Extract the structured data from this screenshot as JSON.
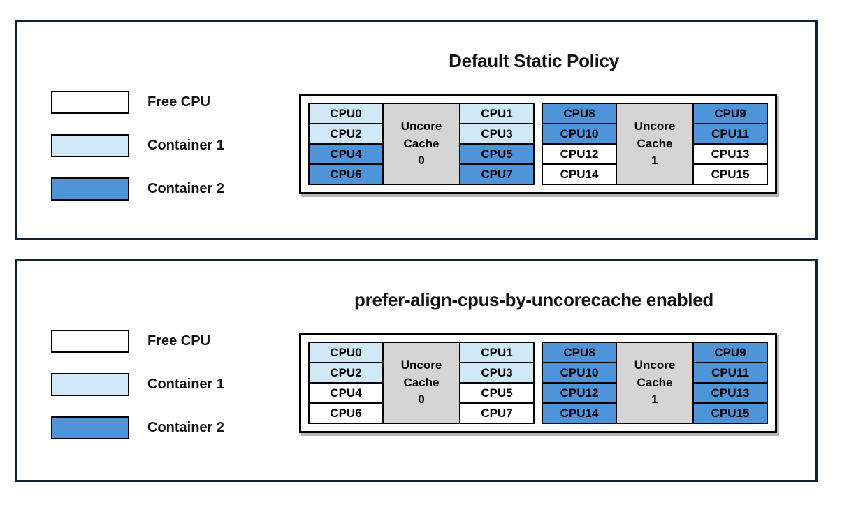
{
  "colors": {
    "free": "#ffffff",
    "container1": "#cfe9f7",
    "container2": "#4e94d9",
    "cache_bg": "#d4d4d4",
    "panel_border": "#0f2433",
    "cell_border": "#000000"
  },
  "legend": [
    {
      "label": "Free CPU",
      "state": "free"
    },
    {
      "label": "Container 1",
      "state": "container1"
    },
    {
      "label": "Container 2",
      "state": "container2"
    }
  ],
  "panels": [
    {
      "title": "Default Static Policy",
      "groups": [
        {
          "cache_lines": [
            "Uncore",
            "Cache",
            "0"
          ],
          "left": [
            {
              "label": "CPU0",
              "state": "container1"
            },
            {
              "label": "CPU2",
              "state": "container1"
            },
            {
              "label": "CPU4",
              "state": "container2"
            },
            {
              "label": "CPU6",
              "state": "container2"
            }
          ],
          "right": [
            {
              "label": "CPU1",
              "state": "container1"
            },
            {
              "label": "CPU3",
              "state": "container1"
            },
            {
              "label": "CPU5",
              "state": "container2"
            },
            {
              "label": "CPU7",
              "state": "container2"
            }
          ]
        },
        {
          "cache_lines": [
            "Uncore",
            "Cache",
            "1"
          ],
          "left": [
            {
              "label": "CPU8",
              "state": "container2"
            },
            {
              "label": "CPU10",
              "state": "container2"
            },
            {
              "label": "CPU12",
              "state": "free"
            },
            {
              "label": "CPU14",
              "state": "free"
            }
          ],
          "right": [
            {
              "label": "CPU9",
              "state": "container2"
            },
            {
              "label": "CPU11",
              "state": "container2"
            },
            {
              "label": "CPU13",
              "state": "free"
            },
            {
              "label": "CPU15",
              "state": "free"
            }
          ]
        }
      ]
    },
    {
      "title": "prefer-align-cpus-by-uncorecache enabled",
      "groups": [
        {
          "cache_lines": [
            "Uncore",
            "Cache",
            "0"
          ],
          "left": [
            {
              "label": "CPU0",
              "state": "container1"
            },
            {
              "label": "CPU2",
              "state": "container1"
            },
            {
              "label": "CPU4",
              "state": "free"
            },
            {
              "label": "CPU6",
              "state": "free"
            }
          ],
          "right": [
            {
              "label": "CPU1",
              "state": "container1"
            },
            {
              "label": "CPU3",
              "state": "container1"
            },
            {
              "label": "CPU5",
              "state": "free"
            },
            {
              "label": "CPU7",
              "state": "free"
            }
          ]
        },
        {
          "cache_lines": [
            "Uncore",
            "Cache",
            "1"
          ],
          "left": [
            {
              "label": "CPU8",
              "state": "container2"
            },
            {
              "label": "CPU10",
              "state": "container2"
            },
            {
              "label": "CPU12",
              "state": "container2"
            },
            {
              "label": "CPU14",
              "state": "container2"
            }
          ],
          "right": [
            {
              "label": "CPU9",
              "state": "container2"
            },
            {
              "label": "CPU11",
              "state": "container2"
            },
            {
              "label": "CPU13",
              "state": "container2"
            },
            {
              "label": "CPU15",
              "state": "container2"
            }
          ]
        }
      ]
    }
  ]
}
